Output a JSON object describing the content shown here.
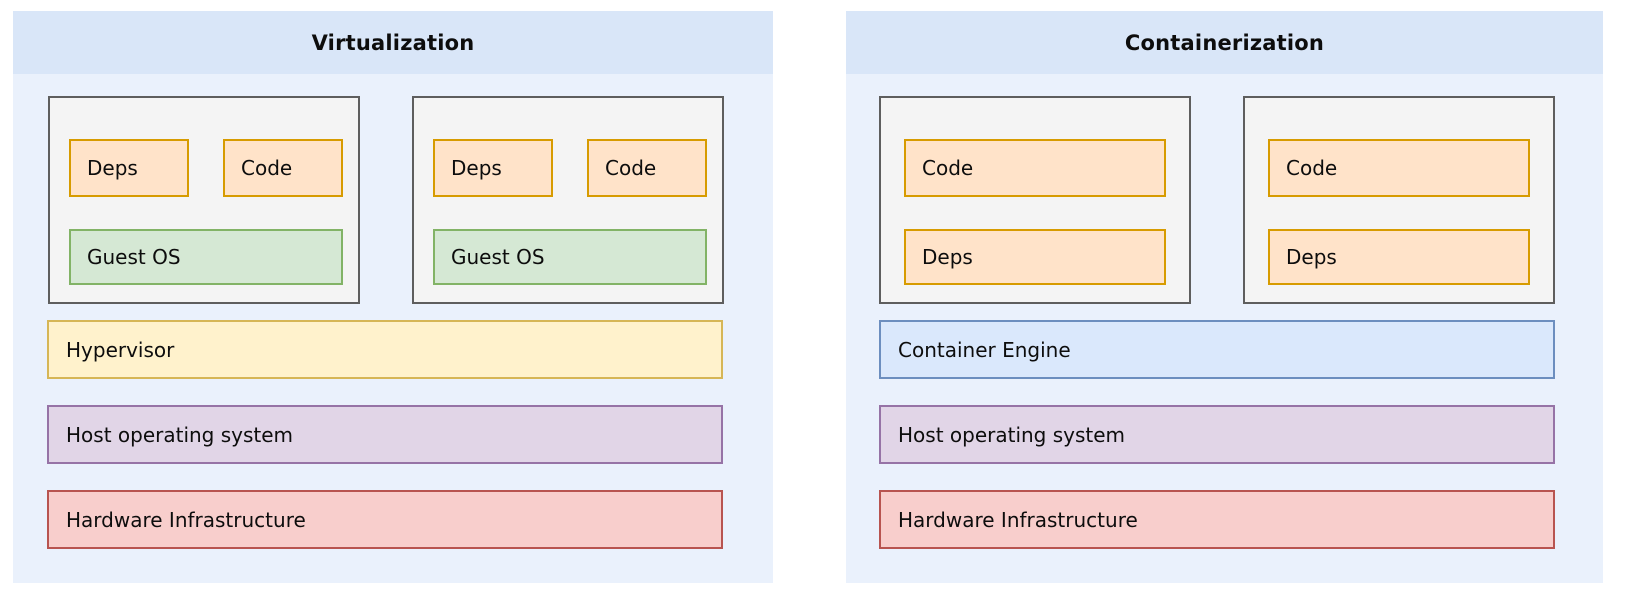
{
  "diagram": {
    "title_left": "Virtualization",
    "title_right": "Containerization",
    "colors": {
      "panel_background": "#eaf1fc",
      "panel_header_background": "#d9e6f8",
      "unit_background": "#f4f4f4",
      "unit_border": "#5e5e5e",
      "orange_fill": "#ffe3c9",
      "orange_border": "#d79b00",
      "green_fill": "#d5e8d4",
      "green_border": "#82b366",
      "yellow_fill": "#fff2cc",
      "yellow_border": "#d6b656",
      "purple_fill": "#e1d5e7",
      "purple_border": "#9673a6",
      "red_fill": "#f8cecc",
      "red_border": "#b85450",
      "blue_fill": "#dae8fc",
      "blue_border": "#6c8ebf"
    }
  },
  "virtualization": {
    "header": "Virtualization",
    "vm1": {
      "deps": "Deps",
      "code": "Code",
      "guest_os": "Guest OS"
    },
    "vm2": {
      "deps": "Deps",
      "code": "Code",
      "guest_os": "Guest OS"
    },
    "layers": {
      "hypervisor": "Hypervisor",
      "host_os": "Host operating system",
      "hardware": "Hardware Infrastructure"
    }
  },
  "containerization": {
    "header": "Containerization",
    "container1": {
      "code": "Code",
      "deps": "Deps"
    },
    "container2": {
      "code": "Code",
      "deps": "Deps"
    },
    "layers": {
      "container_engine": "Container Engine",
      "host_os": "Host operating system",
      "hardware": "Hardware Infrastructure"
    }
  }
}
